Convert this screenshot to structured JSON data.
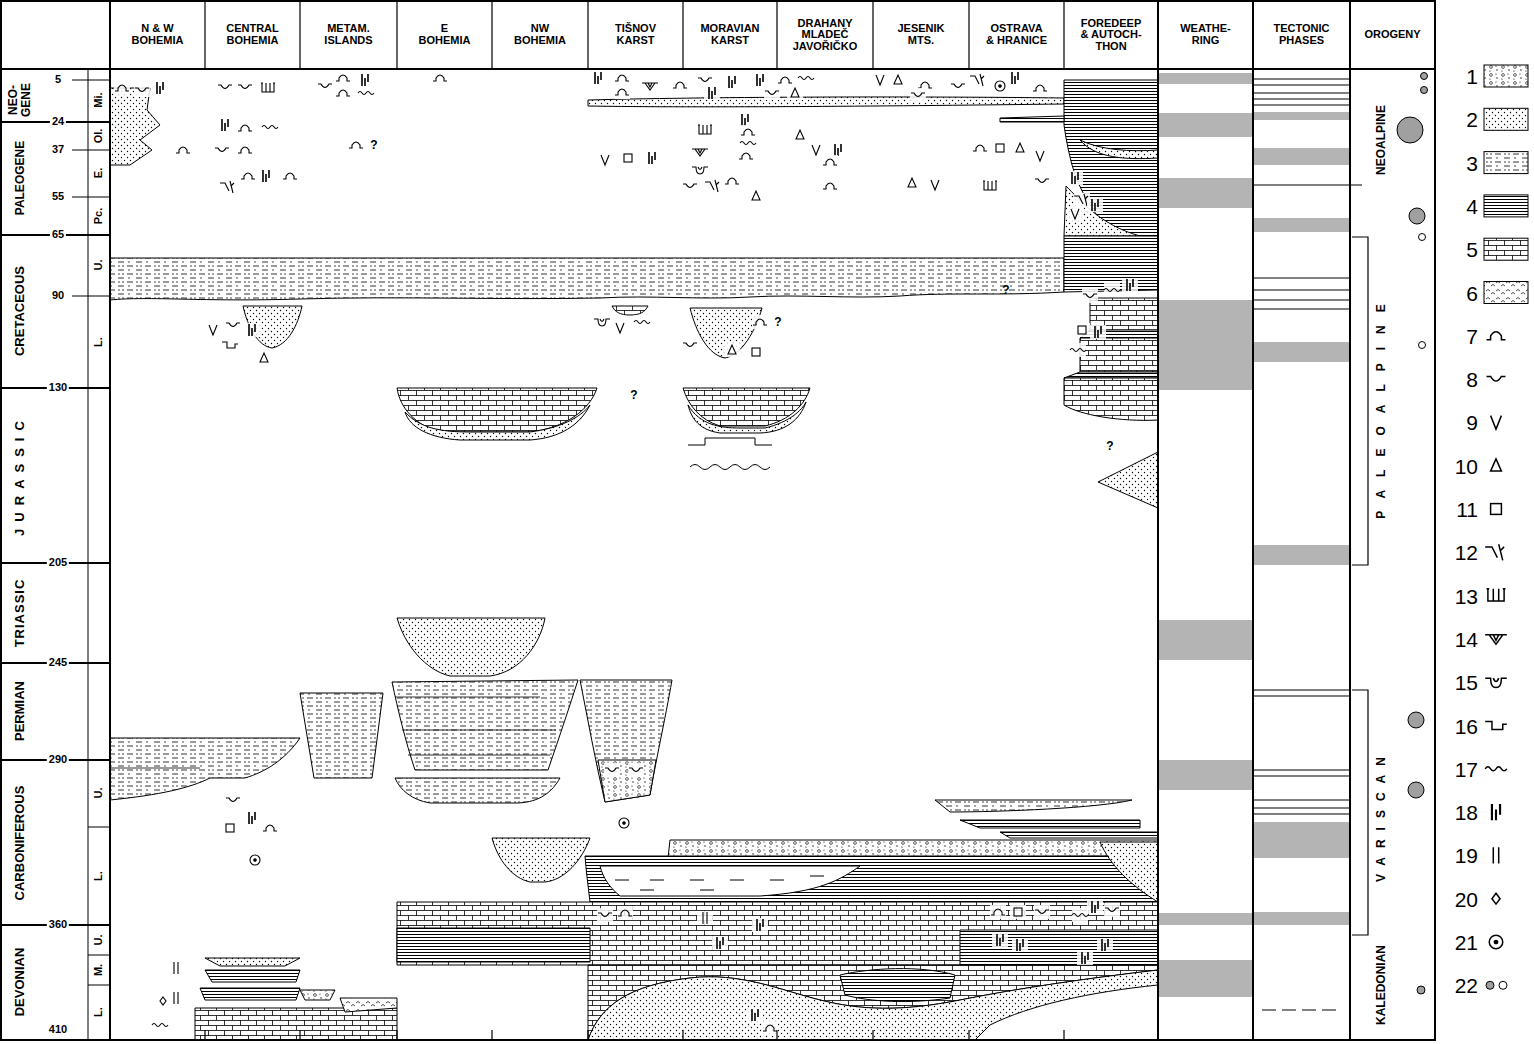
{
  "diagram": {
    "nodes": [
      {
        "text": [
          "N & W BOHEMIA"
        ]
      },
      {
        "text": [
          "CENTRAL BOHEMIA"
        ]
      },
      {
        "text": [
          "METAM. ISLANDS"
        ]
      },
      {
        "text": [
          "E BOHEMIA"
        ]
      },
      {
        "text": [
          "NW BOHEMIA"
        ]
      },
      {
        "text": [
          "TIŠNOV KARST"
        ]
      },
      {
        "text": [
          "MORAVIAN KARST"
        ]
      },
      {
        "text": [
          "DRAHANY MLADEČ JAVOŘIČKO"
        ]
      },
      {
        "text": [
          "JESENIK MTS."
        ]
      },
      {
        "text": [
          "OSTRAVA & HRANICE"
        ]
      },
      {
        "text": [
          "FOREDEEP & AUTOCH- THON"
        ]
      },
      {
        "text": [
          "WEATHE- RING"
        ]
      },
      {
        "text": [
          "TECTONIC PHASES"
        ]
      },
      {
        "text": [
          "OROGENY"
        ]
      }
    ],
    "labels": [
      "NEO- GENE",
      "Mi.",
      "5",
      "24",
      "Ol.",
      "37",
      "PALEOGENE",
      "E.",
      "55",
      "Pc.",
      "65",
      "CRETACEOUS",
      "U.",
      "90",
      "L.",
      "130",
      "JURASSIC",
      "205",
      "TRIASSIC",
      "245",
      "PERMIAN",
      "290",
      "CARBONIFEROUS",
      "U.",
      "L.",
      "360",
      "DEVONIAN",
      "U.",
      "M.",
      "L.",
      "410",
      "?",
      "?",
      "?",
      "?",
      "?",
      "NEOALPINE",
      "PALEOALPINE",
      "VARISCAN",
      "KALEDONIAN"
    ],
    "legend": [
      {
        "text": "1"
      },
      {
        "text": "2"
      },
      {
        "text": "3"
      },
      {
        "text": "4"
      },
      {
        "text": "5"
      },
      {
        "text": "6"
      },
      {
        "text": "7"
      },
      {
        "text": "8"
      },
      {
        "text": "9"
      },
      {
        "text": "10"
      },
      {
        "text": "11"
      },
      {
        "text": "12"
      },
      {
        "text": "13"
      },
      {
        "text": "14"
      },
      {
        "text": "15"
      },
      {
        "text": "16"
      },
      {
        "text": "17"
      },
      {
        "text": "18"
      },
      {
        "text": "19"
      },
      {
        "text": "20"
      },
      {
        "text": "21"
      },
      {
        "text": "22"
      }
    ]
  }
}
